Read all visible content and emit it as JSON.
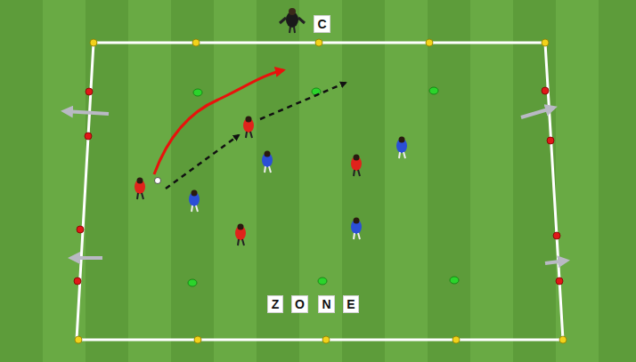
{
  "diagram": {
    "nodes": [
      {
        "text": [
          "C"
        ]
      },
      {
        "text": [
          "Z"
        ]
      },
      {
        "text": [
          "O"
        ]
      },
      {
        "text": [
          "N"
        ]
      },
      {
        "text": [
          "E"
        ]
      }
    ]
  }
}
